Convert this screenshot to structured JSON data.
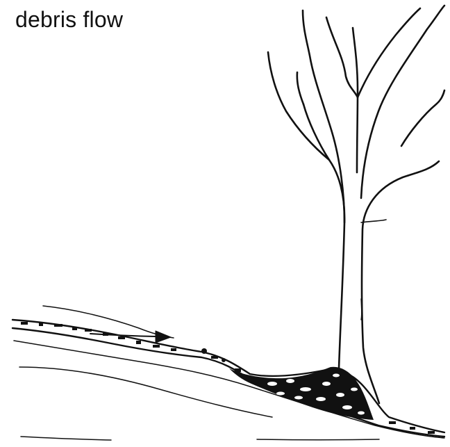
{
  "figure": {
    "title": "debris flow",
    "colors": {
      "ink": "#111111",
      "background": "#ffffff"
    },
    "elements": [
      "tree",
      "hillslope",
      "debris-flow-deposit",
      "flow-direction-arrow",
      "flow-streamline",
      "ground-lines"
    ]
  }
}
